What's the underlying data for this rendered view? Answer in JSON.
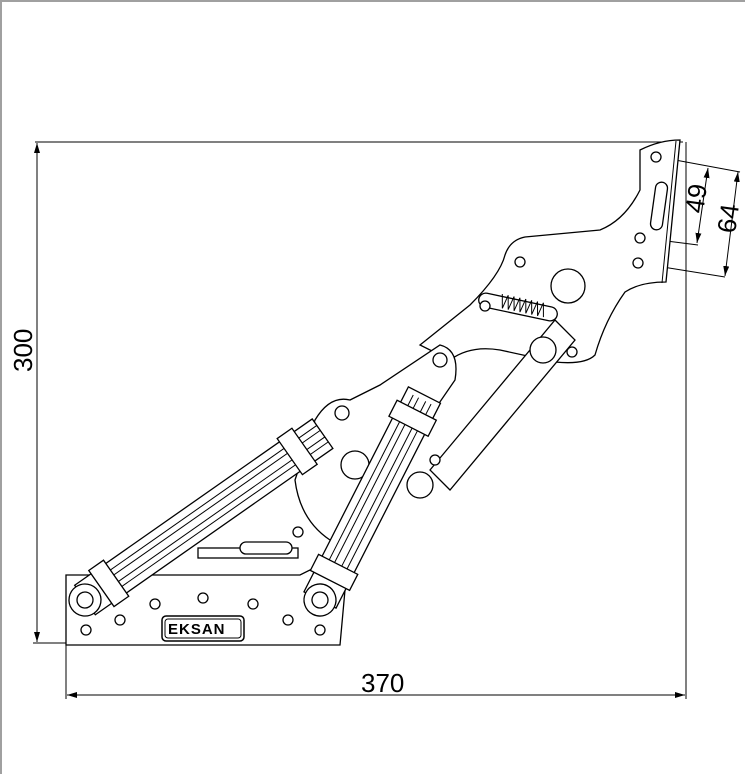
{
  "drawing": {
    "dimensions": {
      "height": "300",
      "width": "370",
      "hole_spacing_1": "49",
      "hole_spacing_2": "64"
    },
    "logo_text": "EKSAN"
  }
}
